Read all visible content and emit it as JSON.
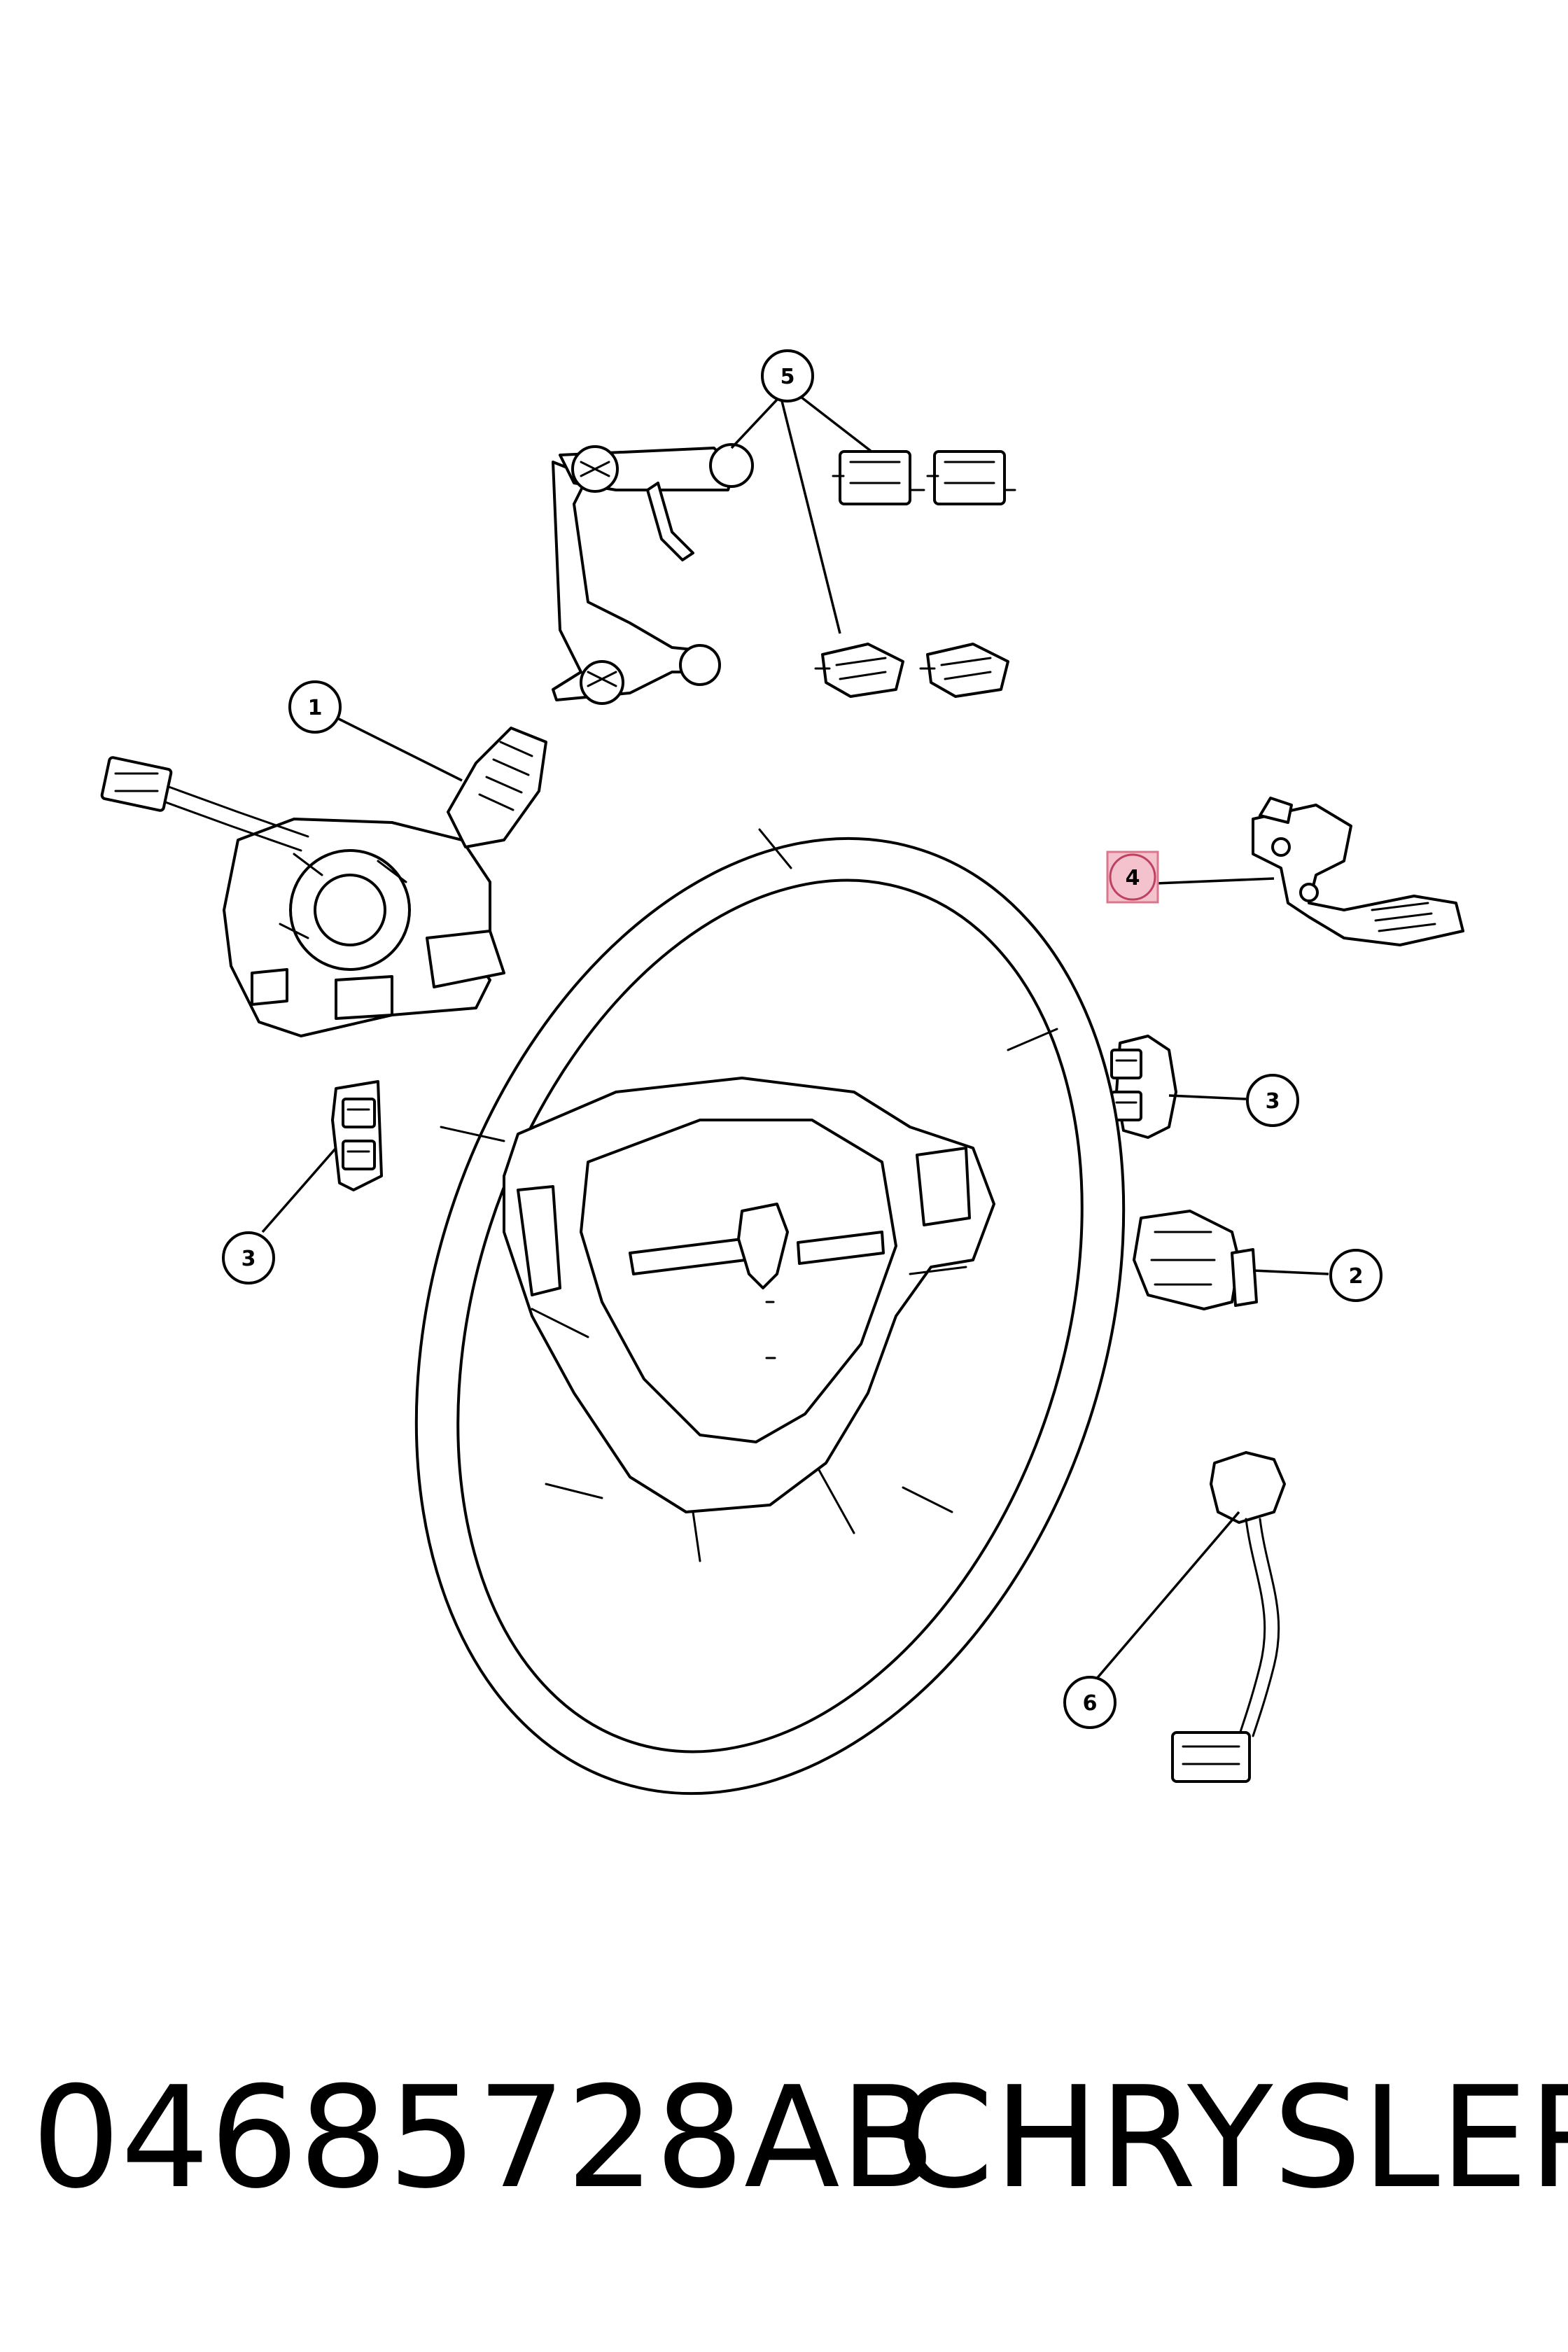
{
  "callouts": {
    "c1": "1",
    "c2": "2",
    "c3a": "3",
    "c3b": "3",
    "c4": "4",
    "c5": "5",
    "c6": "6"
  },
  "highlight_color": "#f4c2cc",
  "caption": {
    "part_number": "04685728AB",
    "brand": "CHRYSLER"
  }
}
